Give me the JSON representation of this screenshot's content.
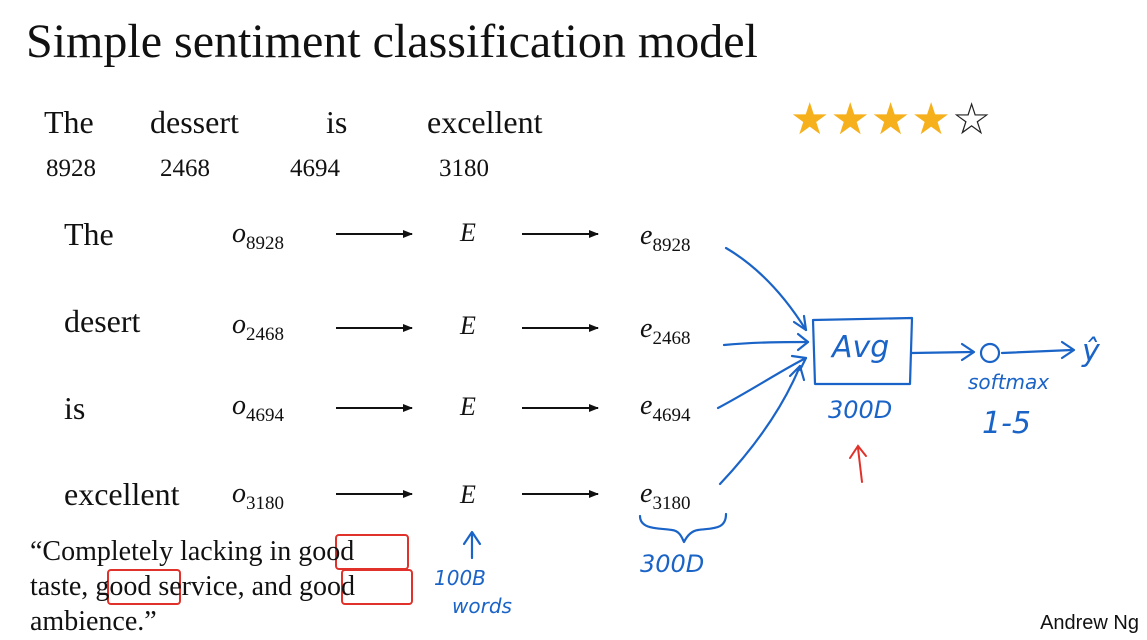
{
  "title": "Simple sentiment classification model",
  "sentence": [
    "The",
    "dessert",
    "is",
    "excellent"
  ],
  "indices": [
    "8928",
    "2468",
    "4694",
    "3180"
  ],
  "rating": {
    "filled": 4,
    "total": 5,
    "filled_glyph": "★",
    "empty_glyph": "☆",
    "filled_color": "#f6b01b"
  },
  "rows": [
    {
      "word": "The",
      "onehot_base": "o",
      "onehot_index": "8928",
      "matrix": "E",
      "emb_base": "e",
      "emb_index": "8928"
    },
    {
      "word": "desert",
      "onehot_base": "o",
      "onehot_index": "2468",
      "matrix": "E",
      "emb_base": "e",
      "emb_index": "2468"
    },
    {
      "word": "is",
      "onehot_base": "o",
      "onehot_index": "4694",
      "matrix": "E",
      "emb_base": "e",
      "emb_index": "4694"
    },
    {
      "word": "excellent",
      "onehot_base": "o",
      "onehot_index": "3180",
      "matrix": "E",
      "emb_base": "e",
      "emb_index": "3180"
    }
  ],
  "annotations": {
    "avg_box": "Avg",
    "avg_dim": "300D",
    "softmax_node": "O",
    "output": "ŷ",
    "softmax_label": "softmax",
    "softmax_range": "1-5",
    "embedding_dim": "300D",
    "corpus_line1": "100B",
    "corpus_line2": "words"
  },
  "quote": {
    "lines": [
      [
        "“Completely lacking in ",
        "good"
      ],
      [
        "taste, ",
        "good",
        " service, and ",
        "good"
      ],
      [
        "ambience.”"
      ]
    ]
  },
  "author": "Andrew Ng",
  "colors": {
    "ink_blue": "#1a63c7",
    "highlight_red": "#e0322a",
    "star_gold": "#f6b01b"
  }
}
